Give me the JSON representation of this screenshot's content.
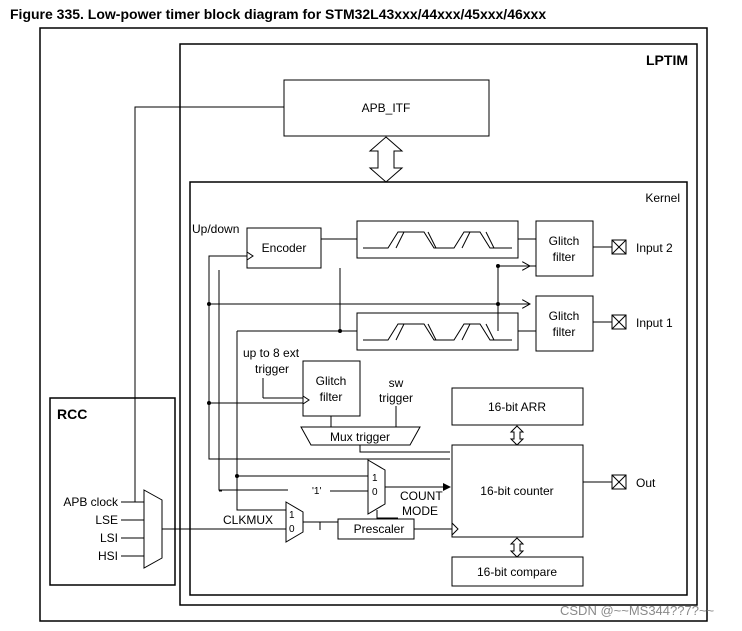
{
  "figure_title": "Figure 335. Low-power timer block diagram for STM32L43xxx/44xxx/45xxx/46xxx",
  "frames": {
    "lptim": "LPTIM",
    "kernel": "Kernel",
    "rcc": "RCC"
  },
  "blocks": {
    "apb_itf": "APB_ITF",
    "encoder": "Encoder",
    "glitch_filter_line1": "Glitch",
    "glitch_filter_line2": "filter",
    "arr": "16-bit ARR",
    "counter": "16-bit counter",
    "compare": "16-bit compare",
    "prescaler": "Prescaler",
    "mux_trigger": "Mux trigger"
  },
  "labels": {
    "up_down": "Up/down",
    "ext_trigger_line1": "up to 8 ext",
    "ext_trigger_line2": "trigger",
    "sw_trigger_line1": "sw",
    "sw_trigger_line2": "trigger",
    "count_mode_line1": "COUNT",
    "count_mode_line2": "MODE",
    "clkmux": "CLKMUX",
    "const_one": "'1'",
    "mux_in_1": "1",
    "mux_in_0": "0"
  },
  "ports": {
    "input2": "Input 2",
    "input1": "Input 1",
    "out": "Out"
  },
  "rcc_clocks": [
    "APB clock",
    "LSE",
    "LSI",
    "HSI"
  ],
  "watermark": "CSDN @~~MS344??7?~~"
}
